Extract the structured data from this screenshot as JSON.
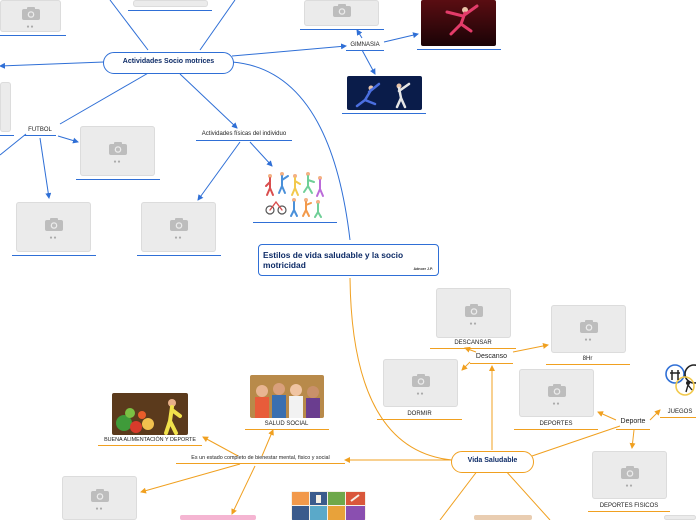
{
  "central": {
    "title": "Estilos de vida saludable y la socio motricidad",
    "author": "Adnoer J.P."
  },
  "branches": {
    "socio": {
      "label": "Actividades Socio motrices"
    },
    "saludable": {
      "label": "Vida Saludable"
    }
  },
  "topics": {
    "gimnasia": "GIMNASIA",
    "futbol": "FUTBOL",
    "fisicas": "Actividades físicas del individuo",
    "descansar": "DESCANSAR",
    "descanso": "Descanso",
    "ochohr": "8Hr",
    "dormir": "DORMIR",
    "deportes": "DEPORTES",
    "deporte": "Deporte",
    "juegos": "JUEGOS",
    "deportes_fisicos": "DEPORTES FISICOS",
    "estado": "Es un estado completo de bienestar mental, fisico y social",
    "buena": "BUENA ALIMENTACIÓN Y DEPORTE",
    "salud_social": "SALUD SOCIAL"
  },
  "colors": {
    "blue": "#2f6fd6",
    "orange": "#f0a020",
    "navy": "#0c2a66"
  },
  "icons": [
    "camera-icon",
    "image-placeholder-icon"
  ]
}
